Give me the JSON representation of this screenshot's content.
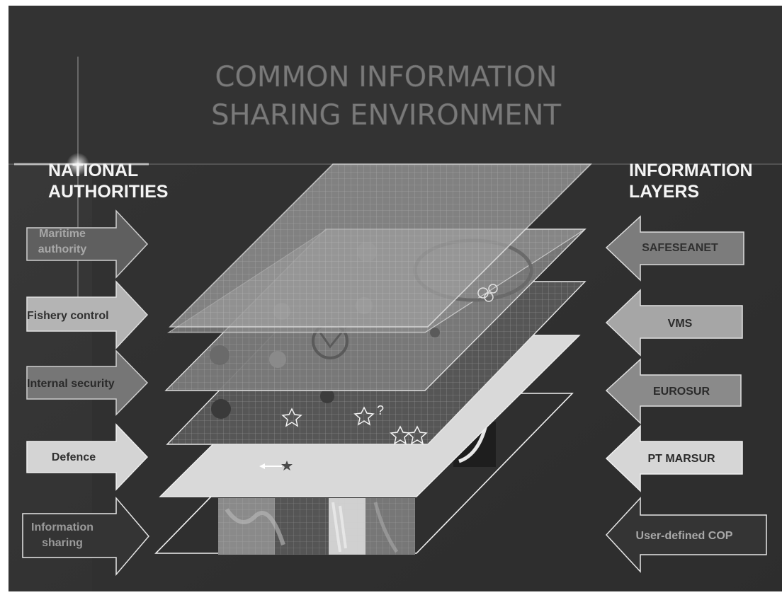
{
  "title": {
    "line1": "COMMON INFORMATION",
    "line2": "SHARING ENVIRONMENT"
  },
  "left": {
    "heading_line1": "NATIONAL",
    "heading_line2": "AUTHORITIES",
    "arrows": [
      {
        "lines": [
          "Maritime",
          "authority"
        ]
      },
      {
        "lines": [
          "Fishery control"
        ]
      },
      {
        "lines": [
          "Internal security"
        ]
      },
      {
        "lines": [
          "Defence"
        ]
      },
      {
        "lines": [
          "Information",
          "sharing"
        ]
      }
    ]
  },
  "right": {
    "heading_line1": "INFORMATION",
    "heading_line2": "LAYERS",
    "arrows": [
      {
        "label": "SAFESEANET"
      },
      {
        "label": "VMS"
      },
      {
        "label": "EUROSUR"
      },
      {
        "label": "PT MARSUR"
      },
      {
        "label": "User-defined COP"
      }
    ]
  },
  "symbols": {
    "question_mark": "?"
  },
  "colors": {
    "background": "#303030",
    "title_text": "#7a7a7a",
    "heading_text": "#f4f4f4"
  }
}
